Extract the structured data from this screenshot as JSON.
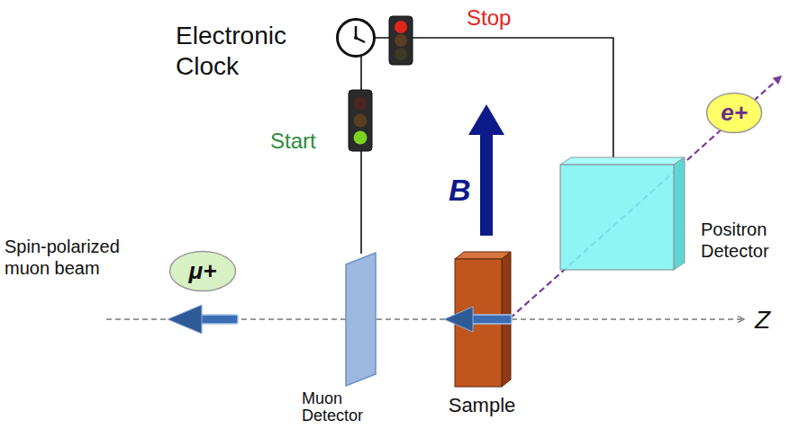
{
  "diagram": {
    "nodes": [
      {
        "text": [
          "Electronic Clock"
        ]
      },
      {
        "text": [
          "Muon Detector"
        ]
      },
      {
        "text": [
          "Sample"
        ]
      },
      {
        "text": [
          "Positron Detector"
        ]
      },
      {
        "text": [
          "μ+"
        ]
      },
      {
        "text": [
          "e+"
        ]
      }
    ],
    "edges": [
      {
        "from": 1,
        "to": 0,
        "arrow": "none"
      },
      {
        "from": 3,
        "to": 0,
        "arrow": "none"
      }
    ],
    "labels": [
      "Stop",
      "Start",
      "B",
      "Spin-polarized muon beam",
      "Z"
    ]
  }
}
